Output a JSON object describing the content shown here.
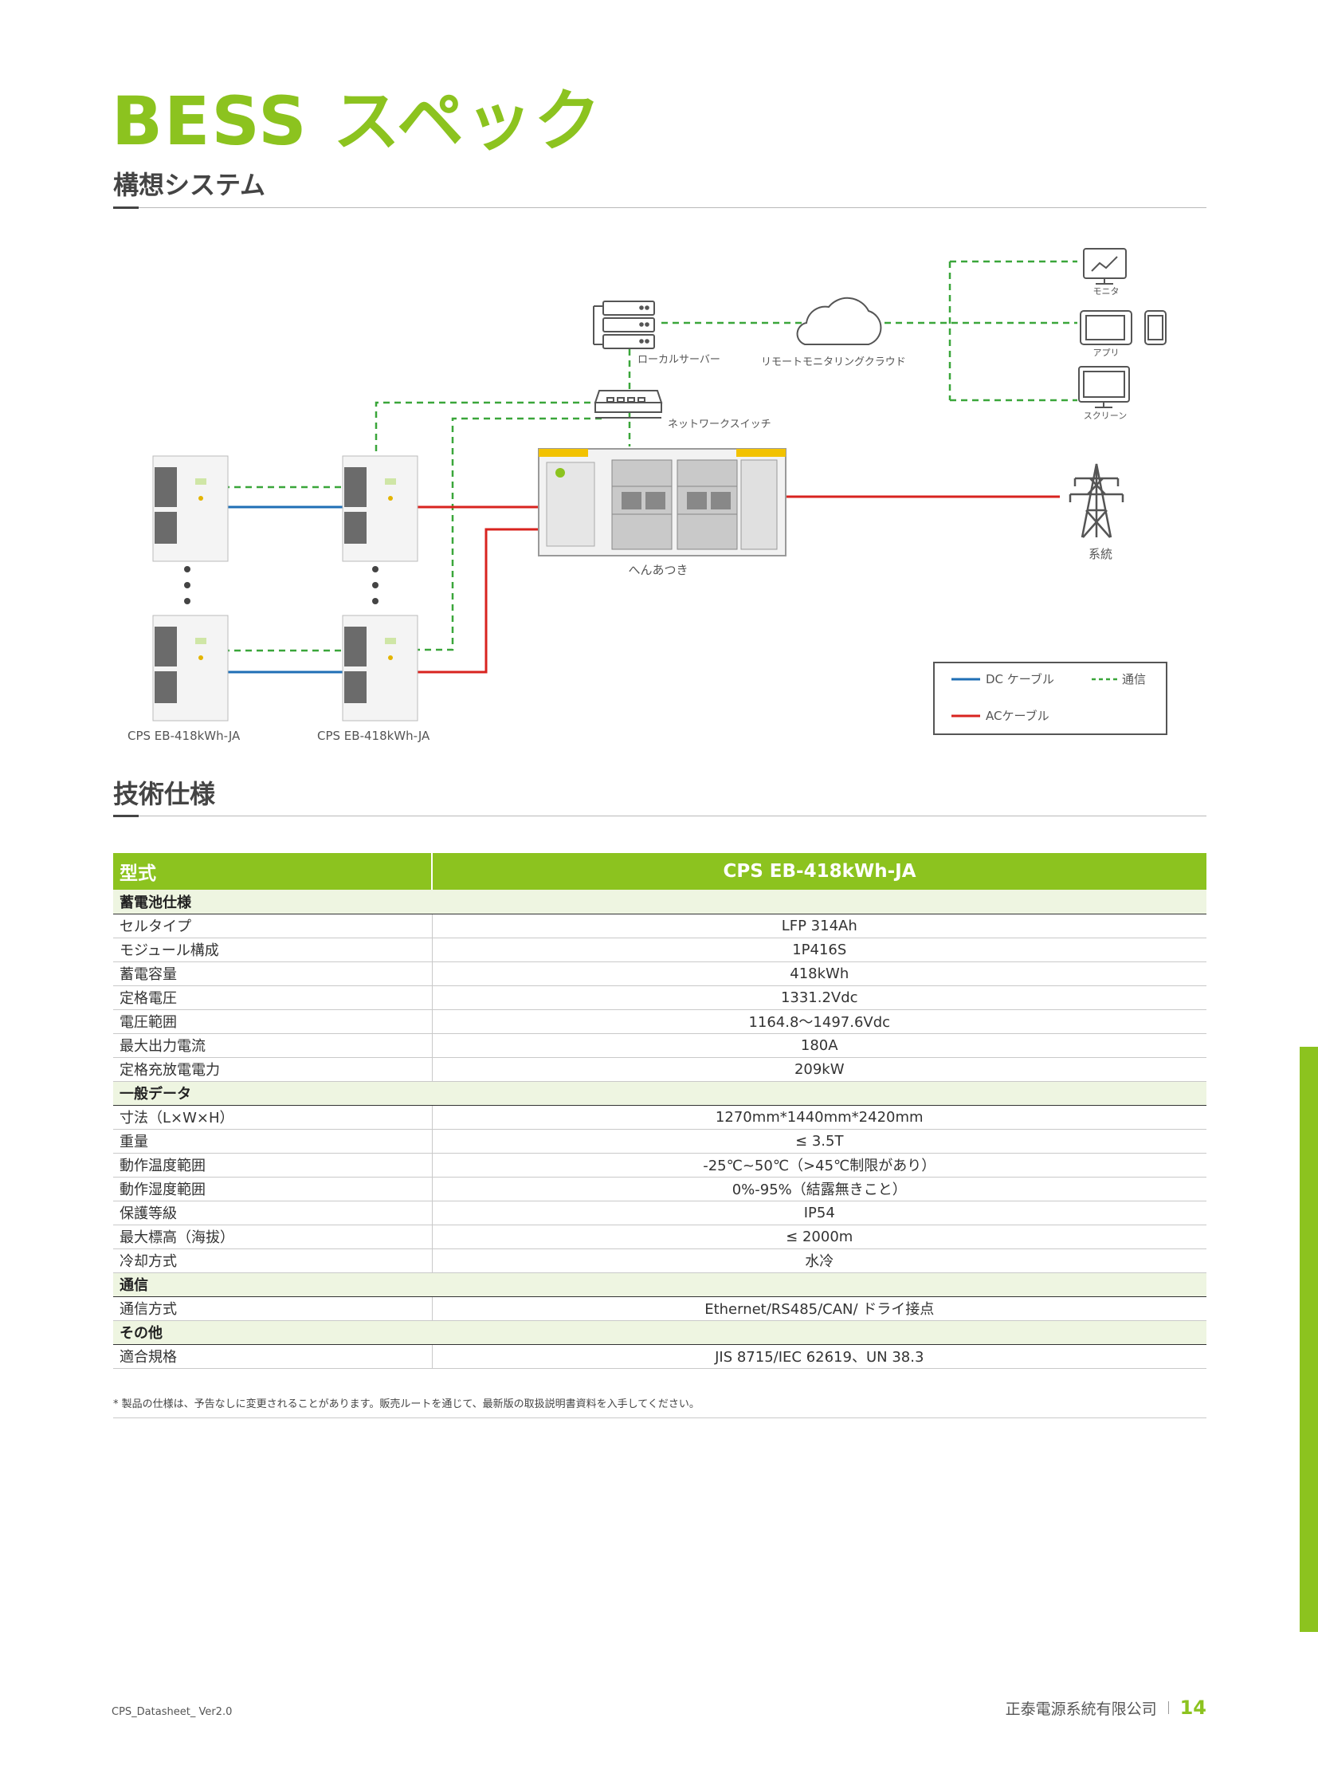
{
  "title": "BESS スペック",
  "sections": {
    "system": "構想システム",
    "specs": "技術仕様"
  },
  "diagram": {
    "local_server": "ローカルサーバー",
    "cloud": "リモートモニタリングクラウド",
    "network_switch": "ネットワークスイッチ",
    "monitor": "モニタ",
    "app": "アプリ",
    "screen": "スクリーン",
    "pcs": "へんあつき",
    "grid": "系統",
    "cabinet_label_1": "CPS EB-418kWh-JA",
    "cabinet_label_2": "CPS EB-418kWh-JA",
    "legend": {
      "dc": "DC ケーブル",
      "comm": "通信",
      "ac": "ACケーブル"
    },
    "colors": {
      "dc": "#1f6fb5",
      "ac": "#d8231f",
      "comm": "#3aa63a"
    }
  },
  "table": {
    "header_name": "型式",
    "header_model": "CPS EB-418kWh-JA",
    "groups": [
      {
        "title": "蓄電池仕様",
        "rows": [
          {
            "label": "セルタイプ",
            "value": "LFP 314Ah"
          },
          {
            "label": "モジュール構成",
            "value": "1P416S"
          },
          {
            "label": "蓄電容量",
            "value": "418kWh"
          },
          {
            "label": "定格電圧",
            "value": "1331.2Vdc"
          },
          {
            "label": "電圧範囲",
            "value": "1164.8～1497.6Vdc"
          },
          {
            "label": "最大出力電流",
            "value": "180A"
          },
          {
            "label": "定格充放電電力",
            "value": "209kW"
          }
        ]
      },
      {
        "title": "一般データ",
        "rows": [
          {
            "label": "寸法（L×W×H）",
            "value": "1270mm*1440mm*2420mm"
          },
          {
            "label": "重量",
            "value": "≤ 3.5T"
          },
          {
            "label": "動作温度範囲",
            "value": "-25℃~50℃（>45℃制限があり）"
          },
          {
            "label": "動作湿度範囲",
            "value": "0%-95%（結露無きこと）"
          },
          {
            "label": "保護等級",
            "value": "IP54"
          },
          {
            "label": "最大標高（海拔）",
            "value": "≤ 2000m"
          },
          {
            "label": "冷却方式",
            "value": "水冷"
          }
        ]
      },
      {
        "title": "通信",
        "rows": [
          {
            "label": "通信方式",
            "value": "Ethernet/RS485/CAN/ ドライ接点"
          }
        ]
      },
      {
        "title": "その他",
        "rows": [
          {
            "label": "適合規格",
            "value": "JIS 8715/IEC 62619、UN 38.3"
          }
        ]
      }
    ]
  },
  "note": "* 製品の仕様は、予告なしに変更されることがあります。販売ルートを通じて、最新版の取扱説明書資料を入手してください。",
  "footer": {
    "doc_id": "CPS_Datasheet_ Ver2.0",
    "company": "正泰電源系統有限公司",
    "page": "14"
  },
  "accent_color": "#8cc31f"
}
